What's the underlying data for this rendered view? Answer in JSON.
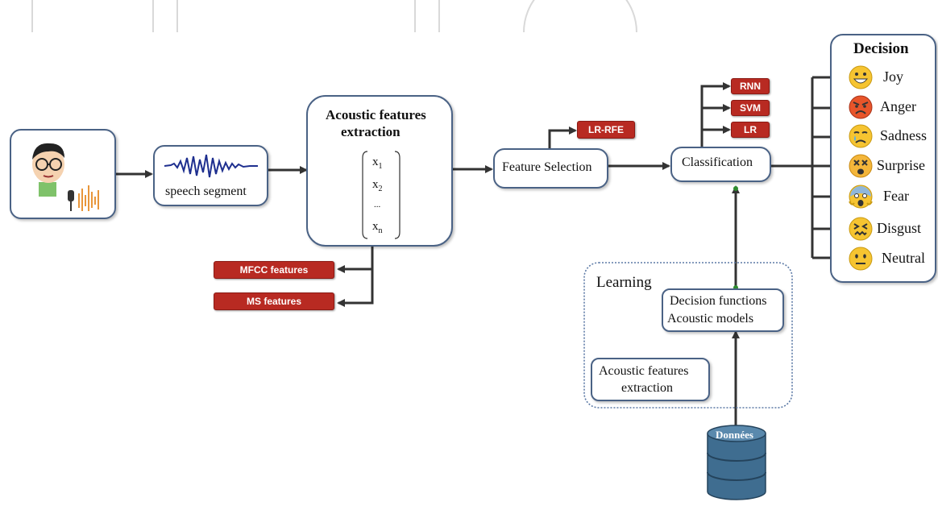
{
  "blocks": {
    "speech_segment": "speech segment",
    "acoustic_title_line1": "Acoustic features",
    "acoustic_title_line2": "extraction",
    "feature_selection": "Feature Selection",
    "classification": "Classification",
    "learning": "Learning",
    "decision_functions": "Decision functions",
    "acoustic_models": "Acoustic models",
    "learning_acoustic_line1": "Acoustic features",
    "learning_acoustic_line2": "extraction",
    "database": "Données"
  },
  "vector": {
    "x1": "x",
    "x1_sub": "1",
    "x2": "x",
    "x2_sub": "2",
    "dots": "...",
    "xn": "x",
    "xn_sub": "n"
  },
  "tags": {
    "mfcc": "MFCC features",
    "ms": "MS features",
    "lr_rfe": "LR-RFE",
    "rnn": "RNN",
    "svm": "SVM",
    "lr": "LR"
  },
  "decision": {
    "title": "Decision",
    "emotions": [
      {
        "label": "Joy",
        "icon": "grinning-face-icon",
        "color": "#f6c431"
      },
      {
        "label": "Anger",
        "icon": "angry-face-icon",
        "color": "#e8552a"
      },
      {
        "label": "Sadness",
        "icon": "crying-face-icon",
        "color": "#f6c431"
      },
      {
        "label": "Surprise",
        "icon": "astonished-face-icon",
        "color": "#f4b63a"
      },
      {
        "label": "Fear",
        "icon": "screaming-face-icon",
        "color": "#8fb7d9"
      },
      {
        "label": "Disgust",
        "icon": "confounded-face-icon",
        "color": "#f6c431"
      },
      {
        "label": "Neutral",
        "icon": "neutral-face-icon",
        "color": "#f6c431"
      }
    ]
  },
  "colors": {
    "box_border": "#4a6285",
    "arrow": "#333333",
    "tag_red": "#b82a22",
    "db_blue": "#3f6d90"
  }
}
